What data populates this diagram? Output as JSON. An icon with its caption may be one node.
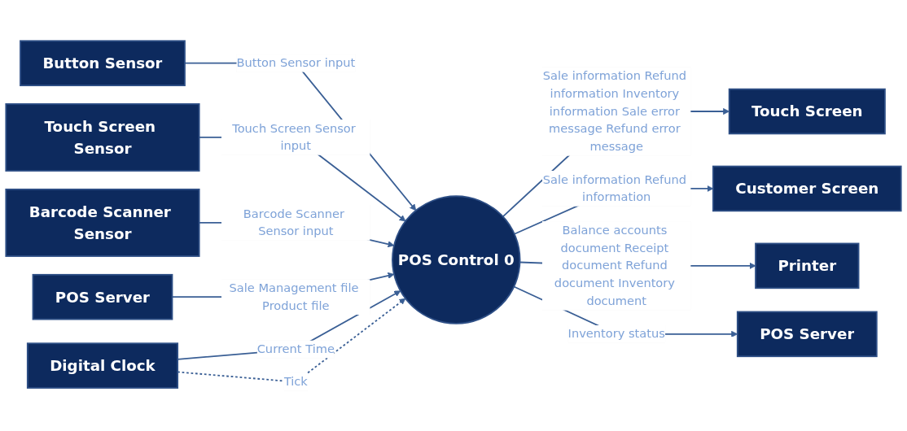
{
  "diagram": {
    "nodes": [
      {
        "text": [
          "Button Sensor"
        ]
      },
      {
        "text": [
          "Touch Screen Sensor"
        ]
      },
      {
        "text": [
          "Barcode Scanner Sensor"
        ]
      },
      {
        "text": [
          "POS Server"
        ]
      },
      {
        "text": [
          "POS Control 0"
        ]
      },
      {
        "text": [
          "Digital Clock"
        ]
      },
      {
        "text": [
          "Touch Screen"
        ]
      },
      {
        "text": [
          "Customer Screen"
        ]
      },
      {
        "text": [
          "Printer"
        ]
      },
      {
        "text": [
          "POS Server"
        ]
      }
    ],
    "edges": [
      {
        "from": 0,
        "to": 4,
        "arrow": "to",
        "label": "Button Sensor input"
      },
      {
        "from": 1,
        "to": 4,
        "arrow": "to",
        "label": "Touch Screen Sensor input"
      },
      {
        "from": 2,
        "to": 4,
        "arrow": "to",
        "label": "Barcode Scanner Sensor input"
      },
      {
        "from": 3,
        "to": 4,
        "arrow": "to",
        "label": "Sale Management file Product file"
      },
      {
        "from": 5,
        "to": 4,
        "arrow": "to",
        "label": "Current Time"
      },
      {
        "from": 5,
        "to": 4,
        "arrow": "to",
        "label": "Tick",
        "style": "dashed"
      },
      {
        "from": 4,
        "to": 6,
        "arrow": "to",
        "label": "Sale information Refund information Inventory information Sale error message Refund error message"
      },
      {
        "from": 4,
        "to": 7,
        "arrow": "to",
        "label": "Sale information Refund information"
      },
      {
        "from": 4,
        "to": 8,
        "arrow": "to",
        "label": "Balance accounts document Receipt document Refund document Inventory document"
      },
      {
        "from": 4,
        "to": 9,
        "arrow": "to",
        "label": "Inventory status"
      }
    ]
  }
}
